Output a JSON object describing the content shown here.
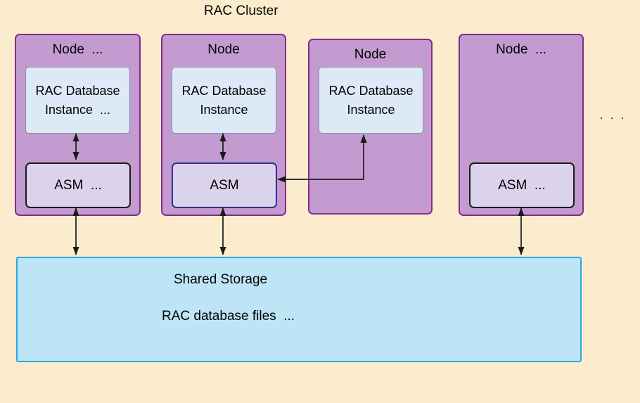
{
  "title": "RAC Cluster",
  "more_nodes_ellipsis": ". . .",
  "colors": {
    "page_bg": "#FAECCC",
    "node_fill": "#C49BD0",
    "node_border": "#862A88",
    "instance_fill": "#DDE9F6",
    "instance_border": "#7E93A9",
    "asm_fill": "#DBD3EC",
    "asm_border_default": "#1A1A1A",
    "asm_border_highlight": "#2E3192",
    "storage_fill": "#BEE5F6",
    "storage_border": "#2AA9E0",
    "arrow_color": "#1A1A1A"
  },
  "nodes": [
    {
      "label": "Node  ...",
      "instance_label": "RAC Database Instance  ...",
      "asm_label": "ASM  ..."
    },
    {
      "label": "Node",
      "instance_label": "RAC Database Instance",
      "asm_label": "ASM"
    },
    {
      "label": "Node",
      "instance_label": "RAC Database Instance",
      "asm_label": null
    },
    {
      "label": "Node  ...",
      "instance_label": null,
      "asm_label": "ASM  ..."
    }
  ],
  "storage": {
    "title": "Shared Storage",
    "subtitle": "RAC database files  ..."
  }
}
